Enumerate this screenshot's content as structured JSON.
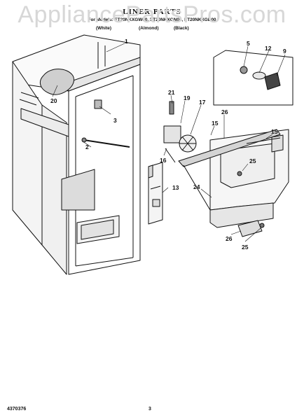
{
  "watermark": "AppliancePartsPros.com",
  "title": "LINER PARTS",
  "models_line": "For Models: ET20NKXGW00, ET20NKXGN00, ET20NKXGB00",
  "colors": [
    "(White)",
    "(Almond)",
    "(Black)"
  ],
  "part_numbers": [
    "1",
    "20",
    "3",
    "2",
    "13",
    "5",
    "12",
    "9",
    "21",
    "19",
    "17",
    "26",
    "15",
    "15",
    "16",
    "25",
    "24",
    "26",
    "25"
  ],
  "footer": {
    "doc_number": "4370376",
    "page_number": "3"
  }
}
